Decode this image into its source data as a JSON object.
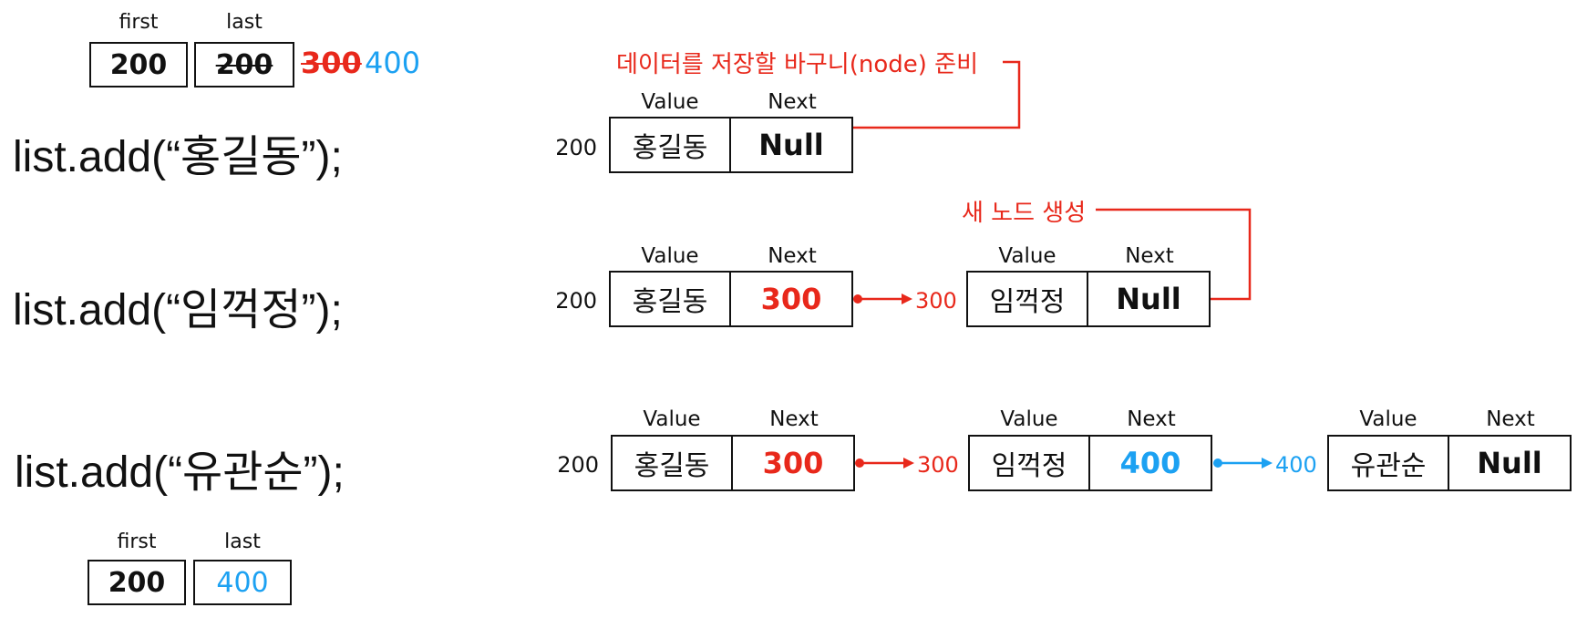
{
  "colors": {
    "red": "#e8281b",
    "blue": "#1ca1f2",
    "ink": "#111111"
  },
  "pointer_top": {
    "first_label": "first",
    "last_label": "last",
    "first_value": "200",
    "last_value": "200",
    "old_last_1": "300",
    "old_last_2": "400"
  },
  "pointer_bottom": {
    "first_label": "first",
    "last_label": "last",
    "first_value": "200",
    "last_value": "400"
  },
  "code_lines": [
    "list.add(“홍길동”);",
    "list.add(“임꺽정”);",
    "list.add(“유관순”);"
  ],
  "headers": {
    "value": "Value",
    "next": "Next"
  },
  "annotations": {
    "prepare_node": "데이터를 저장할 바구니(node) 준비",
    "new_node": "새 노드 생성"
  },
  "rows": [
    {
      "nodes": [
        {
          "addr": "200",
          "value": "홍길동",
          "next": "Null"
        }
      ]
    },
    {
      "nodes": [
        {
          "addr": "200",
          "value": "홍길동",
          "next": "300"
        },
        {
          "addr": "300",
          "value": "임꺽정",
          "next": "Null"
        }
      ]
    },
    {
      "nodes": [
        {
          "addr": "200",
          "value": "홍길동",
          "next": "300"
        },
        {
          "addr": "300",
          "value": "임꺽정",
          "next": "400"
        },
        {
          "addr": "400",
          "value": "유관순",
          "next": "Null"
        }
      ]
    }
  ]
}
